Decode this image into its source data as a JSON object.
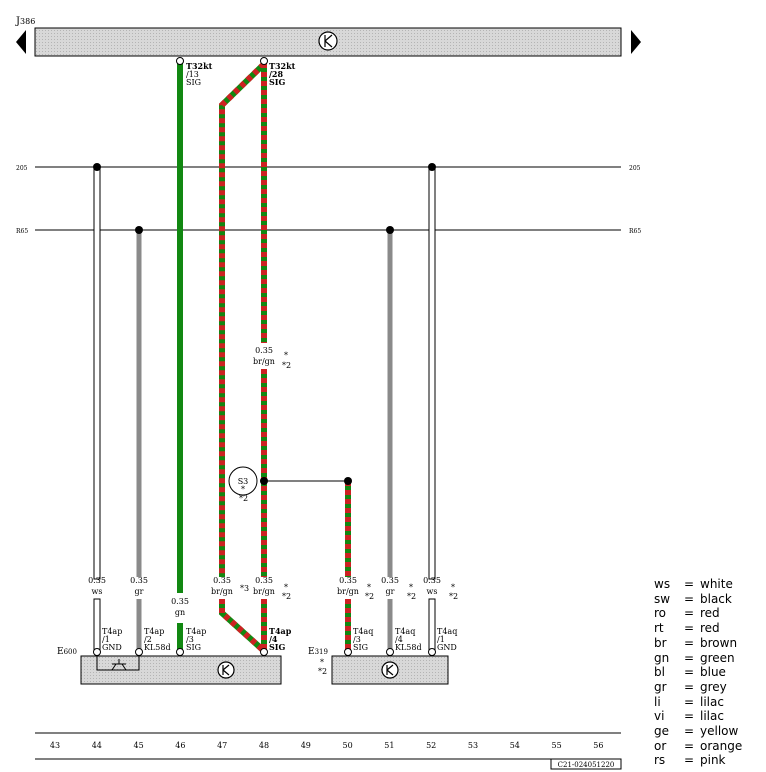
{
  "module_top": {
    "label": "J386",
    "label_letter": "J",
    "label_num": "386"
  },
  "rail_left_205": "205",
  "rail_right_205": "205",
  "rail_left_r65": "R65",
  "rail_right_r65": "R65",
  "top_pins": [
    {
      "conn": "T32kt",
      "pin": "/13",
      "sig": "SIG"
    },
    {
      "conn": "T32kt",
      "pin": "/28",
      "sig": "SIG"
    }
  ],
  "wire_mid_label": {
    "size": "0.35",
    "color": "br/gn",
    "star": "*",
    "note": "*2"
  },
  "splice": {
    "name": "S3",
    "star": "*",
    "note": "*2"
  },
  "wire_labels": [
    {
      "size": "0.35",
      "color": "ws",
      "star": "",
      "note": ""
    },
    {
      "size": "0.35",
      "color": "gr",
      "star": "",
      "note": ""
    },
    {
      "size": "0.35",
      "color": "gn",
      "star": "",
      "note": ""
    },
    {
      "size": "0.35",
      "color": "br/gn",
      "star": "",
      "note": "*3"
    },
    {
      "size": "0.35",
      "color": "br/gn",
      "star": "*",
      "note": "*2"
    },
    {
      "size": "0.35",
      "color": "br/gn",
      "star": "*",
      "note": "*2"
    },
    {
      "size": "0.35",
      "color": "gr",
      "star": "*",
      "note": "*2"
    },
    {
      "size": "0.35",
      "color": "ws",
      "star": "*",
      "note": "*2"
    }
  ],
  "pin_labels": [
    {
      "conn": "T4ap",
      "pin": "/1",
      "sig": "GND"
    },
    {
      "conn": "T4ap",
      "pin": "/2",
      "sig": "KL58d"
    },
    {
      "conn": "T4ap",
      "pin": "/3",
      "sig": "SIG"
    },
    {
      "conn": "T4ap",
      "pin": "/4",
      "sig": "SIG"
    },
    {
      "conn": "T4aq",
      "pin": "/3",
      "sig": "SIG"
    },
    {
      "conn": "T4aq",
      "pin": "/4",
      "sig": "KL58d"
    },
    {
      "conn": "T4aq",
      "pin": "/1",
      "sig": "GND"
    }
  ],
  "module_e600": {
    "label": "E600",
    "letter": "E",
    "num": "600"
  },
  "module_e319": {
    "label": "E319",
    "letter": "E",
    "num": "319",
    "star": "*",
    "note": "*2"
  },
  "column_numbers": [
    "43",
    "44",
    "45",
    "46",
    "47",
    "48",
    "49",
    "50",
    "51",
    "52",
    "53",
    "54",
    "55",
    "56"
  ],
  "doc_number": "C21-024051220",
  "colors": {
    "green": "#118811",
    "red": "#cc2222",
    "grey": "#8a8a8a",
    "module_fill": "#dedede"
  },
  "legend": [
    {
      "code": "ws",
      "eq": "=",
      "name": "white"
    },
    {
      "code": "sw",
      "eq": "=",
      "name": "black"
    },
    {
      "code": "ro",
      "eq": "=",
      "name": "red"
    },
    {
      "code": "rt",
      "eq": "=",
      "name": "red"
    },
    {
      "code": "br",
      "eq": "=",
      "name": "brown"
    },
    {
      "code": "gn",
      "eq": "=",
      "name": "green"
    },
    {
      "code": "bl",
      "eq": "=",
      "name": "blue"
    },
    {
      "code": "gr",
      "eq": "=",
      "name": "grey"
    },
    {
      "code": "li",
      "eq": "=",
      "name": "lilac"
    },
    {
      "code": "vi",
      "eq": "=",
      "name": "lilac"
    },
    {
      "code": "ge",
      "eq": "=",
      "name": "yellow"
    },
    {
      "code": "or",
      "eq": "=",
      "name": "orange"
    },
    {
      "code": "rs",
      "eq": "=",
      "name": "pink"
    }
  ]
}
